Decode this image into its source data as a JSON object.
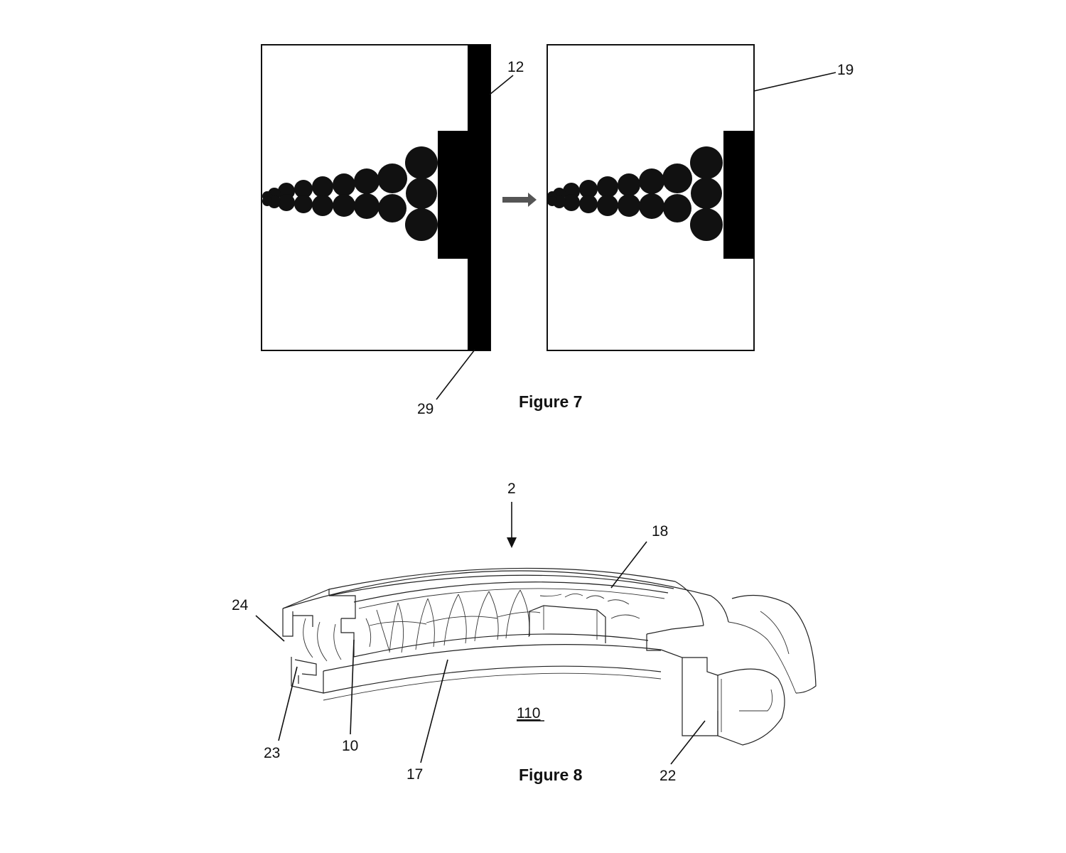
{
  "figures": {
    "fig7": {
      "caption": "Figure 7",
      "labels": {
        "l12": "12",
        "l19": "19",
        "l29": "29"
      }
    },
    "fig8": {
      "caption": "Figure 8",
      "labels": {
        "l2": "2",
        "l18": "18",
        "l24": "24",
        "l23": "23",
        "l10": "10",
        "l17": "17",
        "l22": "22",
        "l110": "110"
      }
    }
  },
  "colors": {
    "ink": "#111111",
    "arrow": "#555555",
    "paper": "#ffffff"
  }
}
